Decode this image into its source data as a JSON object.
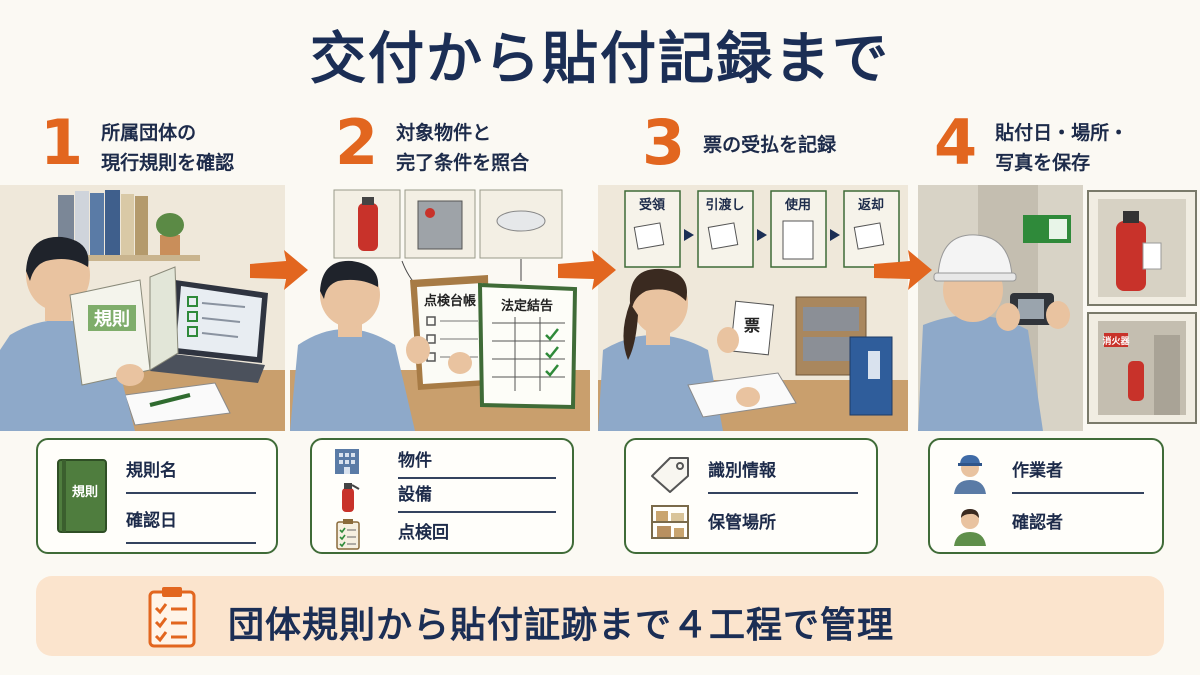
{
  "title": "交付から貼付記録まで",
  "steps": [
    {
      "number": "1",
      "heading_lines": [
        "所属団体の",
        "現行規則を確認"
      ],
      "illustration_texts": [
        "規則"
      ],
      "card_book_label": "規則",
      "fields": [
        "規則名",
        "確認日"
      ]
    },
    {
      "number": "2",
      "heading_lines": [
        "対象物件と",
        "完了条件を照合"
      ],
      "illustration_texts": [
        "点検台帳",
        "法定結告"
      ],
      "fields": [
        "物件",
        "設備",
        "点検回"
      ]
    },
    {
      "number": "3",
      "heading_lines": [
        "票の受払を記録"
      ],
      "flow_labels": [
        "受領",
        "引渡し",
        "使用",
        "返却"
      ],
      "ticket_label": "票",
      "fields": [
        "識別情報",
        "保管場所"
      ]
    },
    {
      "number": "4",
      "heading_lines": [
        "貼付日・場所・",
        "写真を保存"
      ],
      "illustration_texts": [
        "消火器"
      ],
      "fields": [
        "作業者",
        "確認者"
      ]
    }
  ],
  "banner": {
    "text": "団体規則から貼付証跡まで４工程で管理"
  },
  "colors": {
    "accent": "#e2661f",
    "title": "#1b2e55",
    "card_border": "#3f6b37",
    "banner_bg": "#fbe4cd",
    "shirt": "#8ea9c9"
  }
}
